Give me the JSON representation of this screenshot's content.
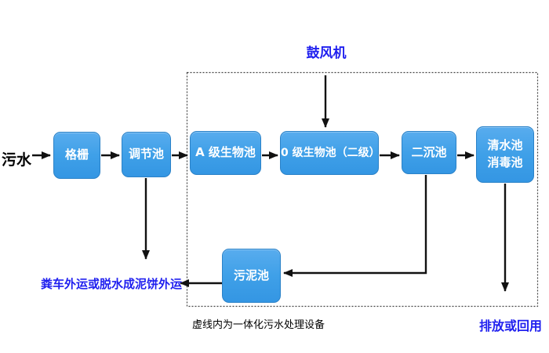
{
  "flowchart": {
    "source_label": "污水",
    "blower_label": "鼓风机",
    "boxes": {
      "grid": "格栅",
      "regulating_tank": "调节池",
      "a_bio_tank": "A 级生物池",
      "o_bio_tank": "0 级生物池（二级）",
      "secondary_clarifier": "二沉池",
      "clear_water_tank_line1": "清水池",
      "clear_water_tank_line2": "消毒池",
      "sludge_tank": "污泥池"
    },
    "notes": {
      "sludge_disposal": "粪车外运或脱水成泥饼外运",
      "boundary_note": "虚线内为一体化污水处理设备",
      "discharge": "排放或回用"
    },
    "colors": {
      "box_fill": "#3fa0e8",
      "box_border": "#2b82c8",
      "accent_text_blue": "#1f1fef",
      "plain_text": "#000000",
      "line": "#111111"
    }
  }
}
